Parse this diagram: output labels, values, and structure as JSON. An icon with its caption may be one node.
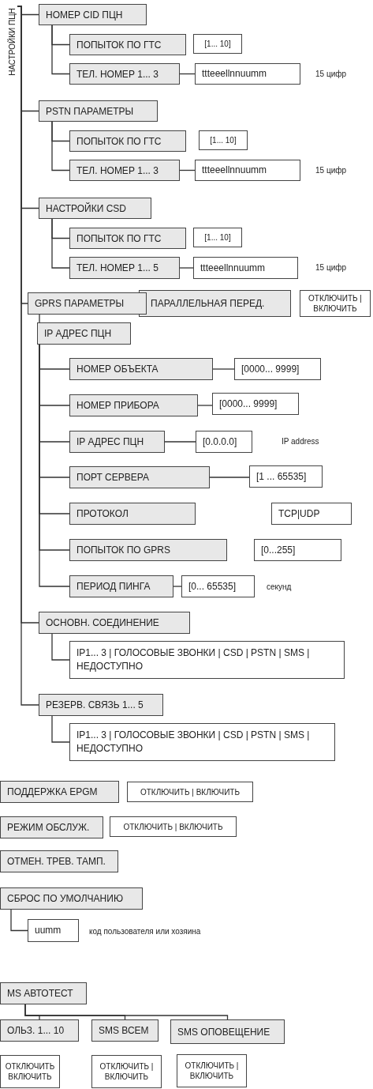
{
  "diagram": {
    "nodes": [
      {
        "text": [
          "НАСТРОЙКИ ПЦН"
        ]
      },
      {
        "text": [
          "НОМЕР CID ПЦН"
        ]
      },
      {
        "text": [
          "ПОПЫТОК ПО ГТС"
        ]
      },
      {
        "text": [
          "[1... 10]"
        ]
      },
      {
        "text": [
          "ТЕЛ. НОМЕР 1... 3"
        ]
      },
      {
        "text": [
          "ttteeellnnuumm"
        ],
        "beside": [
          "15 цифр"
        ]
      },
      {
        "text": [
          "PSTN ПАРАМЕТРЫ"
        ]
      },
      {
        "text": [
          "ПОПЫТОК ПО ГТС"
        ]
      },
      {
        "text": [
          "[1... 10]"
        ]
      },
      {
        "text": [
          "ТЕЛ. НОМЕР 1... 3"
        ]
      },
      {
        "text": [
          "ttteeellnnuumm"
        ],
        "beside": [
          "15 цифр"
        ]
      },
      {
        "text": [
          "НАСТРОЙКИ CSD"
        ]
      },
      {
        "text": [
          "ПОПЫТОК ПО ГТС"
        ]
      },
      {
        "text": [
          "[1... 10]"
        ]
      },
      {
        "text": [
          "ТЕЛ. НОМЕР 1... 5"
        ]
      },
      {
        "text": [
          "ttteeellnnuumm"
        ],
        "beside": [
          "15 цифр"
        ]
      },
      {
        "text": [
          "GPRS ПАРАМЕТРЫ"
        ]
      },
      {
        "text": [
          "ПАРАЛЛЕЛЬНАЯ ПЕРЕД."
        ]
      },
      {
        "text": [
          "ОТКЛЮЧИТЬ | ВКЛЮЧИТЬ"
        ]
      },
      {
        "text": [
          "IP АДРЕС ПЦН"
        ]
      },
      {
        "text": [
          "НОМЕР ОБЪЕКТА"
        ]
      },
      {
        "text": [
          "[0000... 9999]"
        ]
      },
      {
        "text": [
          "НОМЕР ПРИБОРА"
        ]
      },
      {
        "text": [
          "[0000... 9999]"
        ]
      },
      {
        "text": [
          "IP АДРЕС ПЦН"
        ]
      },
      {
        "text": [
          "[0.0.0.0]"
        ],
        "beside": [
          "IP address"
        ]
      },
      {
        "text": [
          "ПОРТ СЕРВЕРА"
        ]
      },
      {
        "text": [
          "[1 ... 65535]"
        ]
      },
      {
        "text": [
          "ПРОТОКОЛ"
        ]
      },
      {
        "text": [
          "TCP|UDP"
        ]
      },
      {
        "text": [
          "ПОПЫТОК ПО GPRS"
        ]
      },
      {
        "text": [
          "[0...255]"
        ]
      },
      {
        "text": [
          "ПЕРИОД ПИНГА"
        ]
      },
      {
        "text": [
          "[0... 65535]"
        ],
        "beside": [
          "секунд"
        ]
      },
      {
        "text": [
          "ОСНОВН. СОЕДИНЕНИЕ"
        ]
      },
      {
        "text": [
          "IP1... 3 | ГОЛОСОВЫЕ ЗВОНКИ | CSD | PSTN | SMS | НЕДОСТУПНО"
        ]
      },
      {
        "text": [
          "РЕЗЕРВ. СВЯЗЬ 1... 5"
        ]
      },
      {
        "text": [
          "IP1... 3 | ГОЛОСОВЫЕ ЗВОНКИ | CSD | PSTN | SMS | НЕДОСТУПНО"
        ]
      },
      {
        "text": [
          "ПОДДЕРЖКА EPGM"
        ]
      },
      {
        "text": [
          "ОТКЛЮЧИТЬ | ВКЛЮЧИТЬ"
        ]
      },
      {
        "text": [
          "РЕЖИМ ОБСЛУЖ."
        ]
      },
      {
        "text": [
          "ОТКЛЮЧИТЬ | ВКЛЮЧИТЬ"
        ]
      },
      {
        "text": [
          "ОТМЕН. ТРЕВ. ТАМП."
        ]
      },
      {
        "text": [
          "СБРОС ПО УМОЛЧАНИЮ"
        ]
      },
      {
        "text": [
          "uumm"
        ],
        "beside": [
          "код пользователя или хозяина"
        ]
      },
      {
        "text": [
          "MS АВТОТЕСТ"
        ]
      },
      {
        "text": [
          "ОЛЬЗ. 1... 10"
        ]
      },
      {
        "text": [
          "SMS ВСЕМ"
        ]
      },
      {
        "text": [
          "SMS ОПОВЕЩЕНИЕ"
        ]
      },
      {
        "text": [
          "ОТКЛЮЧИТЬ ВКЛЮЧИТЬ"
        ]
      },
      {
        "text": [
          "ОТКЛЮЧИТЬ | ВКЛЮЧИТЬ"
        ]
      },
      {
        "text": [
          "ОТКЛЮЧИТЬ | ВКЛЮЧИТЬ"
        ]
      }
    ],
    "edges": [
      {
        "from": 0,
        "to": 1,
        "arrow": "none"
      },
      {
        "from": 1,
        "to": 2,
        "arrow": "none"
      },
      {
        "from": 1,
        "to": 4,
        "arrow": "none"
      },
      {
        "from": 4,
        "to": 5,
        "arrow": "none"
      },
      {
        "from": 0,
        "to": 6,
        "arrow": "none"
      },
      {
        "from": 6,
        "to": 7,
        "arrow": "none"
      },
      {
        "from": 6,
        "to": 9,
        "arrow": "none"
      },
      {
        "from": 9,
        "to": 10,
        "arrow": "none"
      },
      {
        "from": 0,
        "to": 11,
        "arrow": "none"
      },
      {
        "from": 11,
        "to": 12,
        "arrow": "none"
      },
      {
        "from": 11,
        "to": 14,
        "arrow": "none"
      },
      {
        "from": 14,
        "to": 15,
        "arrow": "none"
      },
      {
        "from": 0,
        "to": 16,
        "arrow": "none"
      },
      {
        "from": 16,
        "to": 19,
        "arrow": "none"
      },
      {
        "from": 19,
        "to": 20,
        "arrow": "none"
      },
      {
        "from": 20,
        "to": 21,
        "arrow": "none"
      },
      {
        "from": 19,
        "to": 22,
        "arrow": "none"
      },
      {
        "from": 22,
        "to": 23,
        "arrow": "none"
      },
      {
        "from": 19,
        "to": 24,
        "arrow": "none"
      },
      {
        "from": 24,
        "to": 25,
        "arrow": "none"
      },
      {
        "from": 19,
        "to": 26,
        "arrow": "none"
      },
      {
        "from": 26,
        "to": 27,
        "arrow": "none"
      },
      {
        "from": 19,
        "to": 28,
        "arrow": "none"
      },
      {
        "from": 19,
        "to": 30,
        "arrow": "none"
      },
      {
        "from": 19,
        "to": 32,
        "arrow": "none"
      },
      {
        "from": 32,
        "to": 33,
        "arrow": "none"
      },
      {
        "from": 0,
        "to": 34,
        "arrow": "none"
      },
      {
        "from": 34,
        "to": 35,
        "arrow": "none"
      },
      {
        "from": 0,
        "to": 36,
        "arrow": "none"
      },
      {
        "from": 36,
        "to": 37,
        "arrow": "none"
      },
      {
        "from": 43,
        "to": 44,
        "arrow": "none"
      },
      {
        "from": 45,
        "to": 46,
        "arrow": "none"
      },
      {
        "from": 45,
        "to": 47,
        "arrow": "none"
      },
      {
        "from": 45,
        "to": 48,
        "arrow": "none"
      }
    ]
  }
}
